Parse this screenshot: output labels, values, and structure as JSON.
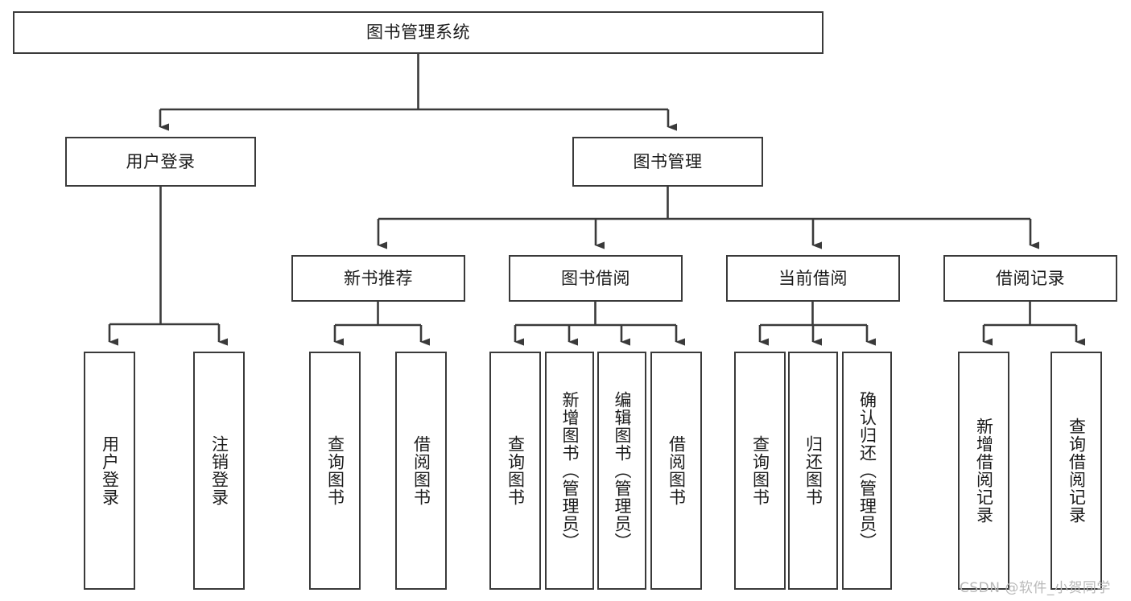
{
  "diagram": {
    "title": "图书管理系统",
    "type": "hierarchy-tree",
    "watermark": "CSDN @软件_小贺同学",
    "colors": {
      "box_border": "#3a3a3a",
      "box_fill": "#ffffff",
      "connector": "#3a3a3a",
      "text": "#1b1b1b",
      "watermark": "#b9b9b9",
      "background": "#ffffff"
    },
    "levels": {
      "root": {
        "label": "图书管理系统"
      },
      "level2": [
        {
          "label": "用户登录"
        },
        {
          "label": "图书管理"
        }
      ],
      "level3": [
        {
          "label": "新书推荐"
        },
        {
          "label": "图书借阅"
        },
        {
          "label": "当前借阅"
        },
        {
          "label": "借阅记录"
        }
      ],
      "leaves": {
        "user_login": [
          {
            "label": "用户登录"
          },
          {
            "label": "注销登录"
          }
        ],
        "new_book_recommend": [
          {
            "label": "查询图书"
          },
          {
            "label": "借阅图书"
          }
        ],
        "book_borrow": [
          {
            "label": "查询图书"
          },
          {
            "label": "新增图书（管理员）"
          },
          {
            "label": "编辑图书（管理员）"
          },
          {
            "label": "借阅图书"
          }
        ],
        "current_borrow": [
          {
            "label": "查询图书"
          },
          {
            "label": "归还图书"
          },
          {
            "label": "确认归还（管理员）"
          }
        ],
        "borrow_record": [
          {
            "label": "新增借阅记录"
          },
          {
            "label": "查询借阅记录"
          }
        ]
      }
    }
  }
}
